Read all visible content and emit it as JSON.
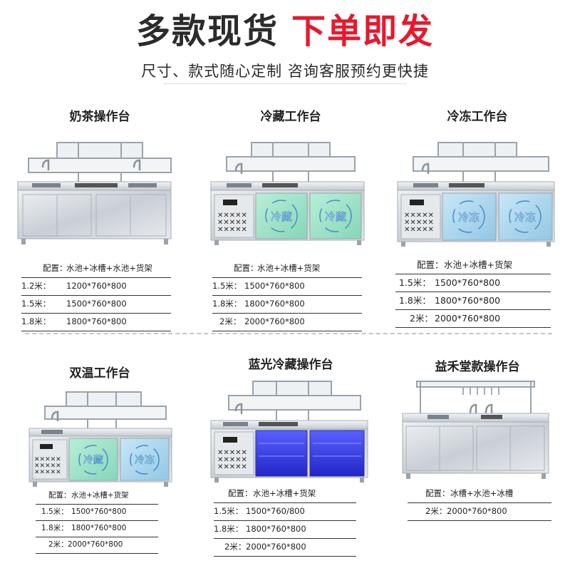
{
  "header": {
    "title_dark": "多款现货",
    "title_red": "下单即发",
    "subtitle": "尺寸、款式随心定制 咨询客服预约更快捷"
  },
  "colors": {
    "accent_red": "#e8182c",
    "steel": "#cfd5db",
    "cold_green": "#9fe2c9",
    "freeze_blue": "#a9d6ee",
    "blue_light": "#3b40ff"
  },
  "products": [
    {
      "name": "奶茶操作台",
      "rows": [
        {
          "label": "配置：",
          "value": "水池+冰槽+水池+货架"
        },
        {
          "label": "1.2米：",
          "value": "1200*760*800"
        },
        {
          "label": "1.5米：",
          "value": "1500*760*800"
        },
        {
          "label": "1.8米：",
          "value": "1800*760*800"
        }
      ]
    },
    {
      "name": "冷藏工作台",
      "door_text": "冷藏",
      "rows": [
        {
          "label": "配置：",
          "value": "水池+冰槽+货架"
        },
        {
          "label": "1.5米：",
          "value": "1500*760*800"
        },
        {
          "label": "1.8米：",
          "value": "1800*760*800"
        },
        {
          "label": "2米：",
          "value": "2000*760*800"
        }
      ]
    },
    {
      "name": "冷冻工作台",
      "door_text": "冷冻",
      "rows": [
        {
          "label": "配置：",
          "value": "水池+冰槽+货架"
        },
        {
          "label": "1.5米：",
          "value": "1500*760*800"
        },
        {
          "label": "1.8米：",
          "value": "1800*760*800"
        },
        {
          "label": "2米：",
          "value": "2000*760*800"
        }
      ]
    },
    {
      "name": "双温工作台",
      "door_text_1": "冷藏",
      "door_text_2": "冷冻",
      "rows": [
        {
          "label": "配置：",
          "value": "水池+冰槽+货架"
        },
        {
          "label": "1.5米：",
          "value": "1500*760*800"
        },
        {
          "label": "1.8米：",
          "value": "1800*760*800"
        },
        {
          "label": "2米：",
          "value": "2000*760*800"
        }
      ]
    },
    {
      "name": "蓝光冷藏操作台",
      "rows": [
        {
          "label": "配置：",
          "value": "水池+冰槽+货架"
        },
        {
          "label": "1.5米：",
          "value": "1500*760/800"
        },
        {
          "label": "1.8米：",
          "value": "1800*760*800"
        },
        {
          "label": "2米：",
          "value": "2000*760*800"
        }
      ]
    },
    {
      "name": "益禾堂款操作台",
      "rows": [
        {
          "label": "配置：",
          "value": "冰槽+水池+冰槽"
        },
        {
          "label": "2米：",
          "value": "2000*760*800"
        }
      ]
    }
  ]
}
